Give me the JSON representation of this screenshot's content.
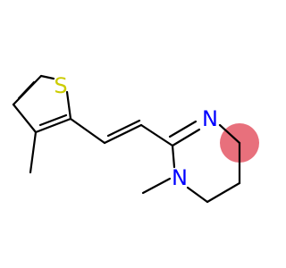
{
  "colors": {
    "background": "#ffffff",
    "bond": "#000000",
    "sulfur": "#cccc00",
    "nitrogen": "#0000ff"
  },
  "atoms": {
    "S": "S",
    "N_imine": "N",
    "N_amine": "N"
  },
  "highlight_color": "#e8707c"
}
